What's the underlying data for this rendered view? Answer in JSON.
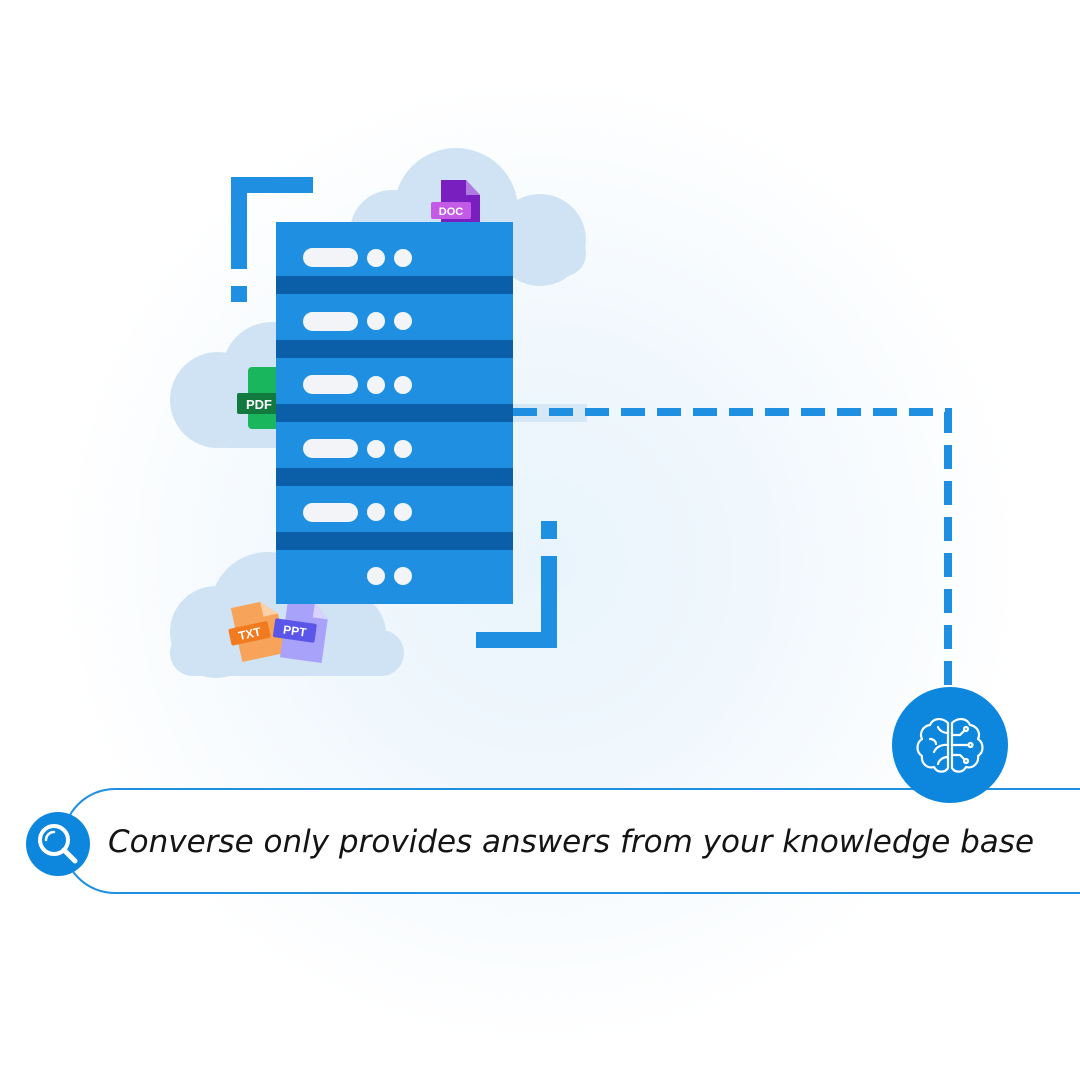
{
  "caption": "Converse only provides answers from your knowledge base",
  "files": {
    "doc": "DOC",
    "pdf": "PDF",
    "txt": "TXT",
    "ppt": "PPT"
  },
  "icons": {
    "search": "search-icon",
    "brain": "brain-circuit-icon",
    "server": "server-rack-icon",
    "cloud": "cloud-icon"
  },
  "colors": {
    "primary_blue": "#0d86de",
    "server_blue": "#1e8fe1",
    "server_divider": "#0b5ea8",
    "cloud": "#cfe3f4",
    "doc": "#7a1fbf",
    "doc_label": "#c45be6",
    "pdf": "#1ab65e",
    "pdf_label": "#137a3f",
    "txt": "#f7a35a",
    "txt_label": "#f27b1f",
    "ppt": "#a9a2fb",
    "ppt_label": "#5b55e9"
  }
}
